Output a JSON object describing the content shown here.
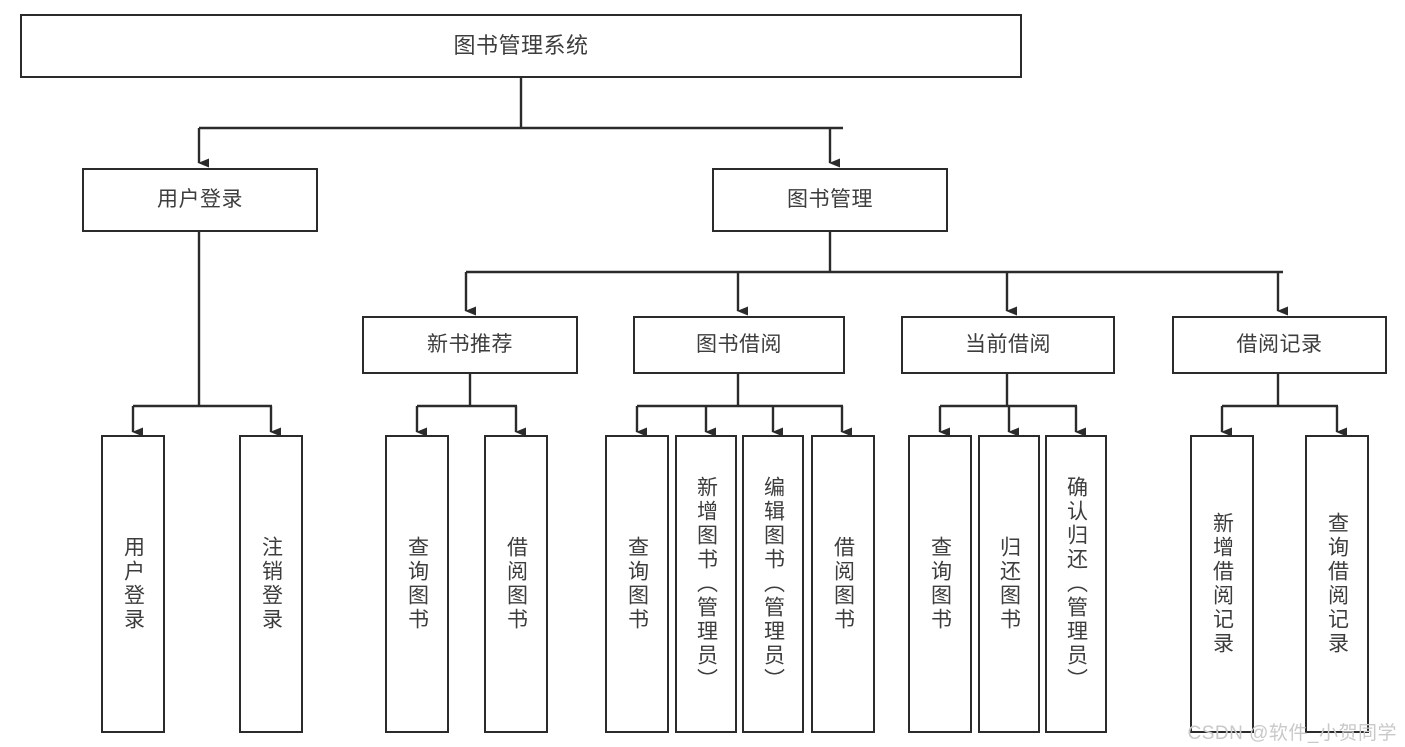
{
  "diagram": {
    "type": "tree-hierarchy",
    "title": "图书管理系统",
    "watermark": "CSDN @软件_小贺同学",
    "colors": {
      "box_border": "#2b2b2b",
      "box_fill": "#ffffff",
      "text": "#3d3d3d",
      "connector": "#2b2b2b",
      "watermark": "#c9c9c9",
      "background": "#ffffff"
    },
    "root": {
      "label": "图书管理系统"
    },
    "level2": [
      {
        "label": "用户登录"
      },
      {
        "label": "图书管理"
      }
    ],
    "level3": [
      {
        "label": "新书推荐"
      },
      {
        "label": "图书借阅"
      },
      {
        "label": "当前借阅"
      },
      {
        "label": "借阅记录"
      }
    ],
    "leaves": {
      "user_login": [
        {
          "label": "用户登录"
        },
        {
          "label": "注销登录"
        }
      ],
      "new_book": [
        {
          "label": "查询图书"
        },
        {
          "label": "借阅图书"
        }
      ],
      "book_borrow": [
        {
          "label": "查询图书"
        },
        {
          "label": "新增图书（管理员）"
        },
        {
          "label": "编辑图书（管理员）"
        },
        {
          "label": "借阅图书"
        }
      ],
      "current_borrow": [
        {
          "label": "查询图书"
        },
        {
          "label": "归还图书"
        },
        {
          "label": "确认归还（管理员）"
        }
      ],
      "borrow_record": [
        {
          "label": "新增借阅记录"
        },
        {
          "label": "查询借阅记录"
        }
      ]
    }
  }
}
